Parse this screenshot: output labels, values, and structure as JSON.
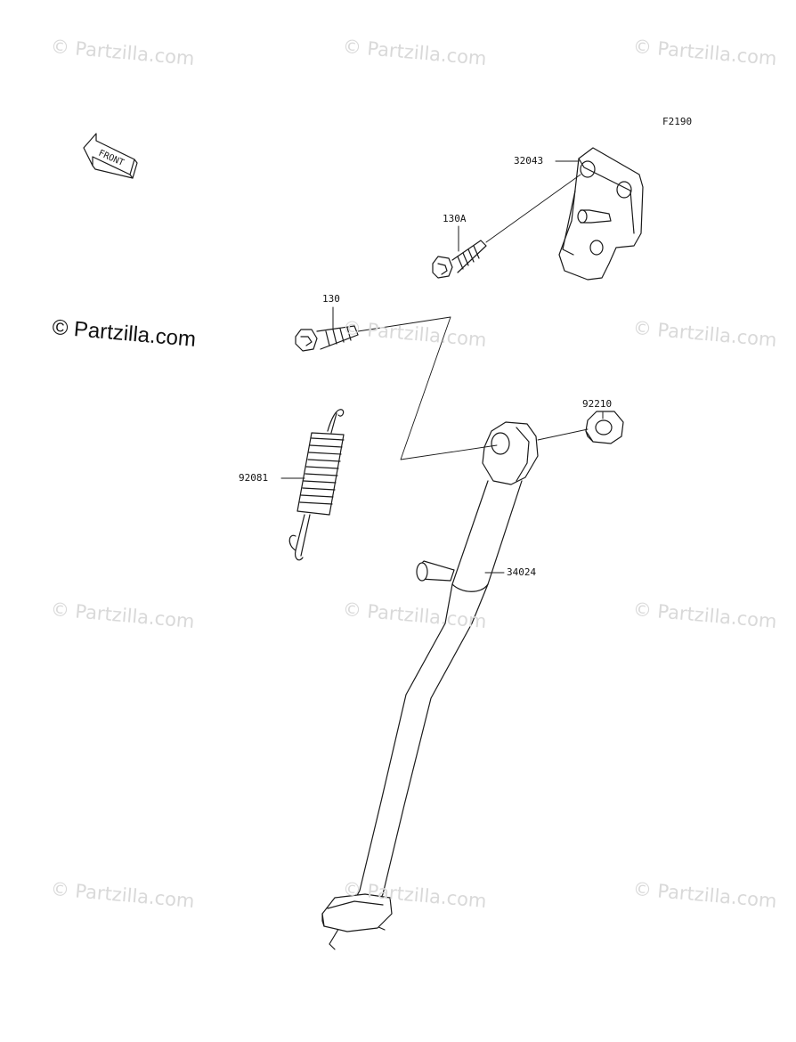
{
  "diagram": {
    "figure_code": "F2190",
    "front_label": "FRONT",
    "parts": [
      {
        "id": "p32043",
        "number": "32043",
        "name": "bracket"
      },
      {
        "id": "p130a",
        "number": "130A",
        "name": "flange-bolt"
      },
      {
        "id": "p130",
        "number": "130",
        "name": "flange-bolt"
      },
      {
        "id": "p92210",
        "number": "92210",
        "name": "nut"
      },
      {
        "id": "p92081",
        "number": "92081",
        "name": "spring"
      },
      {
        "id": "p34024",
        "number": "34024",
        "name": "side-stand"
      }
    ]
  },
  "watermark": {
    "text": "© Partzilla.com",
    "main_text": "© Partzilla.com"
  },
  "colors": {
    "line": "#1a1a1a",
    "watermark": "#d9d9d9",
    "background": "#ffffff"
  }
}
